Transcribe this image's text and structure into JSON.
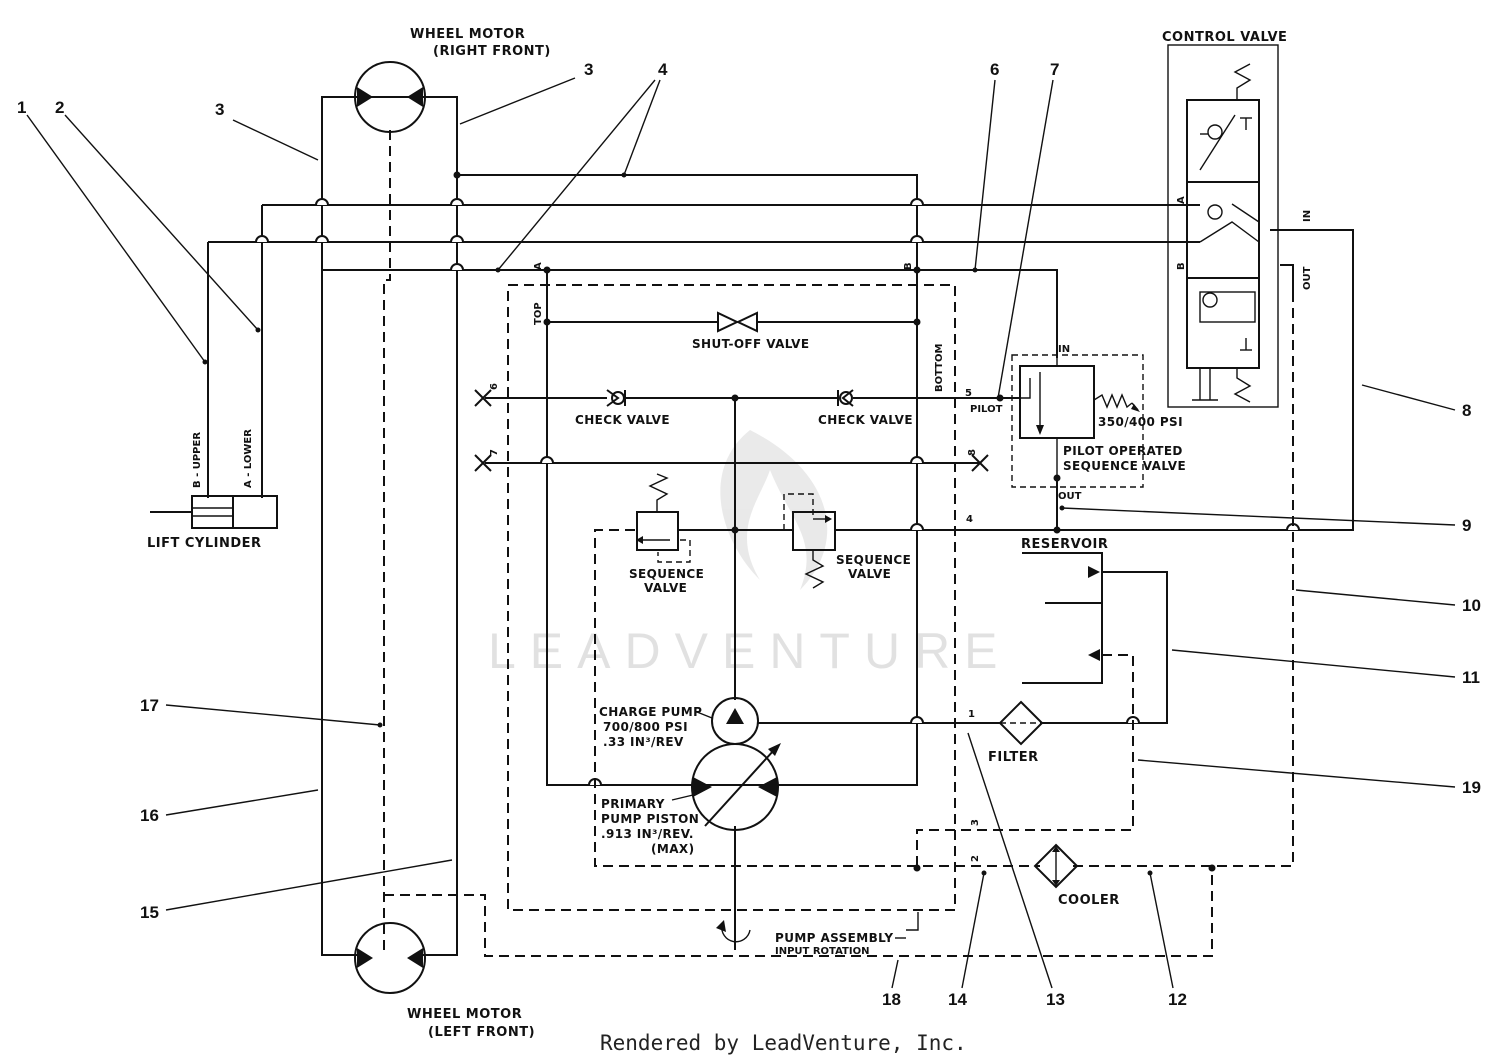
{
  "labels": {
    "wheel_motor_right": "WHEEL MOTOR",
    "wheel_motor_right_sub": "(RIGHT FRONT)",
    "wheel_motor_left": "WHEEL MOTOR",
    "wheel_motor_left_sub": "(LEFT FRONT)",
    "control_valve": "CONTROL VALVE",
    "lift_cylinder": "LIFT CYLINDER",
    "b_upper": "B - UPPER",
    "a_lower": "A - LOWER",
    "shut_off_valve": "SHUT-OFF VALVE",
    "check_valve_left": "CHECK VALVE",
    "check_valve_right": "CHECK VALVE",
    "top": "TOP",
    "bottom": "BOTTOM",
    "port_a": "A",
    "port_b": "B",
    "port_6": "6",
    "port_7": "7",
    "port_8": "8",
    "port_5": "5",
    "port_4": "4",
    "port_3": "3",
    "port_2": "2",
    "port_1": "1",
    "pilot": "PILOT",
    "in": "IN",
    "out": "OUT",
    "psi_350_400": "350/400 PSI",
    "pilot_seq_1": "PILOT OPERATED",
    "pilot_seq_2": "SEQUENCE VALVE",
    "seq_left_1": "SEQUENCE",
    "seq_left_2": "VALVE",
    "seq_right_1": "SEQUENCE",
    "seq_right_2": "VALVE",
    "reservoir": "RESERVOIR",
    "filter": "FILTER",
    "cooler": "COOLER",
    "charge_pump_1": "CHARGE PUMP",
    "charge_pump_2": "700/800 PSI",
    "charge_pump_3": ".33 IN³/REV",
    "primary_1": "PRIMARY",
    "primary_2": "PUMP PISTON",
    "primary_3": ".913 IN³/REV.",
    "primary_4": "(MAX)",
    "pump_assembly": "PUMP ASSEMBLY",
    "input_rotation": "INPUT ROTATION",
    "cv_a": "A",
    "cv_b": "B",
    "cv_in": "IN",
    "cv_out": "OUT"
  },
  "callouts": [
    "1",
    "2",
    "3",
    "3",
    "4",
    "6",
    "7",
    "8",
    "9",
    "10",
    "11",
    "19",
    "12",
    "13",
    "14",
    "18",
    "15",
    "16",
    "17"
  ],
  "watermark": "LEADVENTURE",
  "footer": "Rendered by LeadVenture, Inc."
}
